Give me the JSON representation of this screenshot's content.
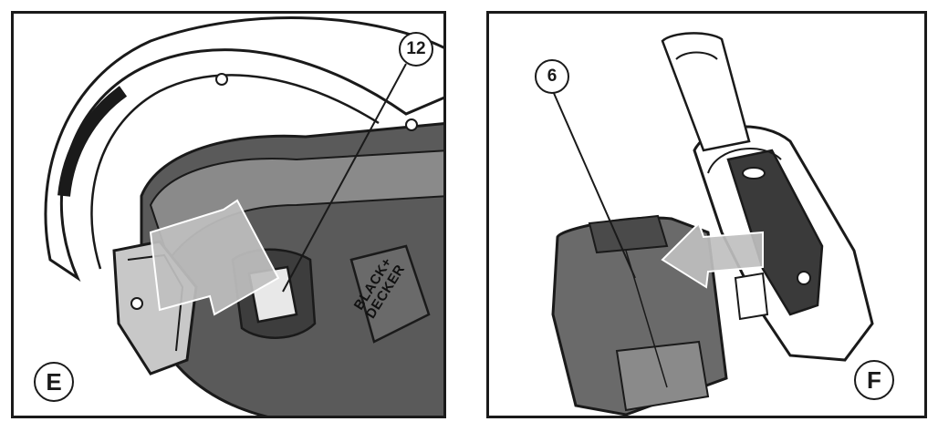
{
  "panels": [
    {
      "letter": "E",
      "callout": "12",
      "brand_line1": "BLACK+",
      "brand_line2": "DECKER"
    },
    {
      "letter": "F",
      "callout": "6"
    }
  ],
  "colors": {
    "outline": "#1a1a1a",
    "body_dark": "#5a5a5a",
    "body_mid": "#8a8a8a",
    "body_light": "#c8c8c8",
    "arrow": "#bfbfbf"
  }
}
